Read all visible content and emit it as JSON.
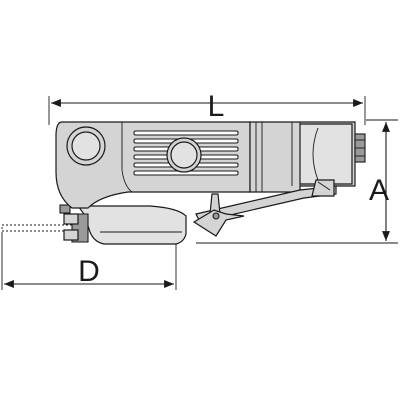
{
  "dimensions": {
    "length_label": "L",
    "height_label": "A",
    "disc_label": "D"
  },
  "colors": {
    "body": "#d4d4d4",
    "outline": "#1a1a1a",
    "background": "#ffffff"
  }
}
